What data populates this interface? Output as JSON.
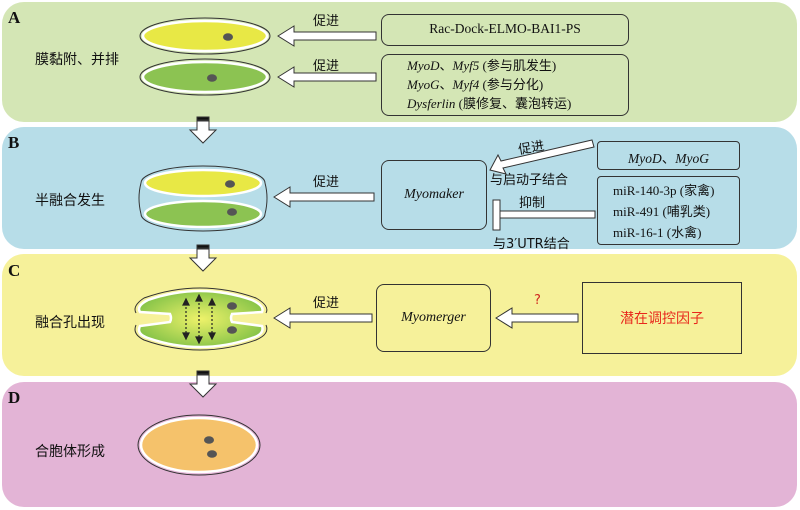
{
  "panels": {
    "a": {
      "letter": "A",
      "stage": "膜黏附、并排",
      "arrow1_label": "促进",
      "arrow2_label": "促进",
      "box1": "Rac-Dock-ELMO-BAI1-PS",
      "box2": {
        "l1_gene1": "MyoD",
        "l1_sep": "、",
        "l1_gene2": "Myf5",
        "l1_note": " (参与肌发生)",
        "l2_gene1": "MyoG",
        "l2_sep": "、",
        "l2_gene2": "Myf4",
        "l2_note": " (参与分化)",
        "l3_gene": "Dysferlin",
        "l3_note": " (膜修复、囊泡转运)"
      }
    },
    "b": {
      "letter": "B",
      "stage": "半融合发生",
      "arrow_label": "促进",
      "center_box": "Myomaker",
      "promote_label": "促进",
      "promoter_label": "与启动子结合",
      "inhibit_label": "抑制",
      "utr_label": "与3′UTR结合",
      "tf_gene1": "MyoD",
      "tf_sep": "、",
      "tf_gene2": "MyoG",
      "mirnas": [
        "miR-140-3p (家禽)",
        "miR-491 (哺乳类)",
        "miR-16-1 (水禽)"
      ]
    },
    "c": {
      "letter": "C",
      "stage": "融合孔出现",
      "arrow_label": "促进",
      "center_box": "Myomerger",
      "question": "?",
      "factor_box": "潜在调控因子"
    },
    "d": {
      "letter": "D",
      "stage": "合胞体形成"
    }
  },
  "colors": {
    "panel_a": "#d4e6b5",
    "panel_b": "#b7dde8",
    "panel_c": "#f6f19a",
    "panel_d": "#e3b4d6",
    "cell_yellow": "#e8e845",
    "cell_green": "#8cc352",
    "cell_orange": "#f5c26b",
    "nucleus": "#555555",
    "question_red": "#d0281e",
    "factor_red": "#e8281c"
  }
}
